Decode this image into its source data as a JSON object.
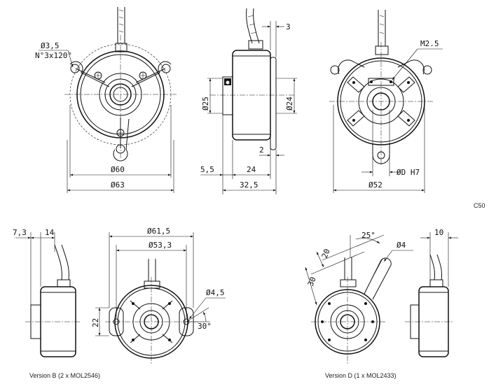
{
  "labels": {
    "hole": "Ø3,5",
    "hole_pattern": "N°3x120°",
    "d60": "Ø60",
    "d63": "Ø63",
    "top_3": "3",
    "d25": "Ø25",
    "d24": "Ø24",
    "gap_2": "2",
    "d_5_5": "5,5",
    "len_24": "24",
    "len_32_5": "32,5",
    "thread": "M2.5",
    "dH7": "ØD H7",
    "d52": "Ø52",
    "code": "C50",
    "b_7_3": "7,3",
    "b_14": "14",
    "b_61_5": "Ø61,5",
    "b_53_3": "Ø53,3",
    "b_4_5": "Ø4,5",
    "b_22": "22",
    "b_30deg": "30°",
    "d_25deg": "25°",
    "d_20": "20",
    "d_30": "30",
    "d_4": "Ø4",
    "d_10": "10"
  },
  "captions": {
    "version_b": "Version B (2 x MOL2546)",
    "version_d": "Version D (1 x MOL2433)"
  }
}
